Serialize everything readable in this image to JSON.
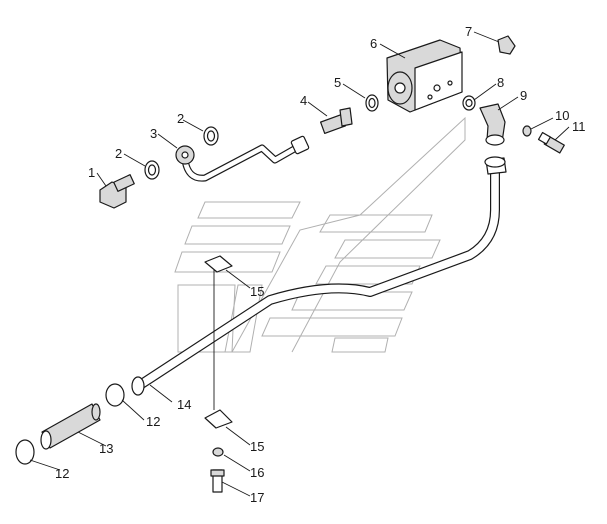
{
  "diagram": {
    "callouts": [
      {
        "id": "c1",
        "text": "1"
      },
      {
        "id": "c2a",
        "text": "2"
      },
      {
        "id": "c2b",
        "text": "2"
      },
      {
        "id": "c3",
        "text": "3"
      },
      {
        "id": "c4",
        "text": "4"
      },
      {
        "id": "c5",
        "text": "5"
      },
      {
        "id": "c6",
        "text": "6"
      },
      {
        "id": "c7",
        "text": "7"
      },
      {
        "id": "c8",
        "text": "8"
      },
      {
        "id": "c9",
        "text": "9"
      },
      {
        "id": "c10",
        "text": "10"
      },
      {
        "id": "c11",
        "text": "11"
      },
      {
        "id": "c12a",
        "text": "12"
      },
      {
        "id": "c12b",
        "text": "12"
      },
      {
        "id": "c13",
        "text": "13"
      },
      {
        "id": "c14",
        "text": "14"
      },
      {
        "id": "c15a",
        "text": "15"
      },
      {
        "id": "c15b",
        "text": "15"
      },
      {
        "id": "c16",
        "text": "16"
      },
      {
        "id": "c17",
        "text": "17"
      }
    ]
  }
}
